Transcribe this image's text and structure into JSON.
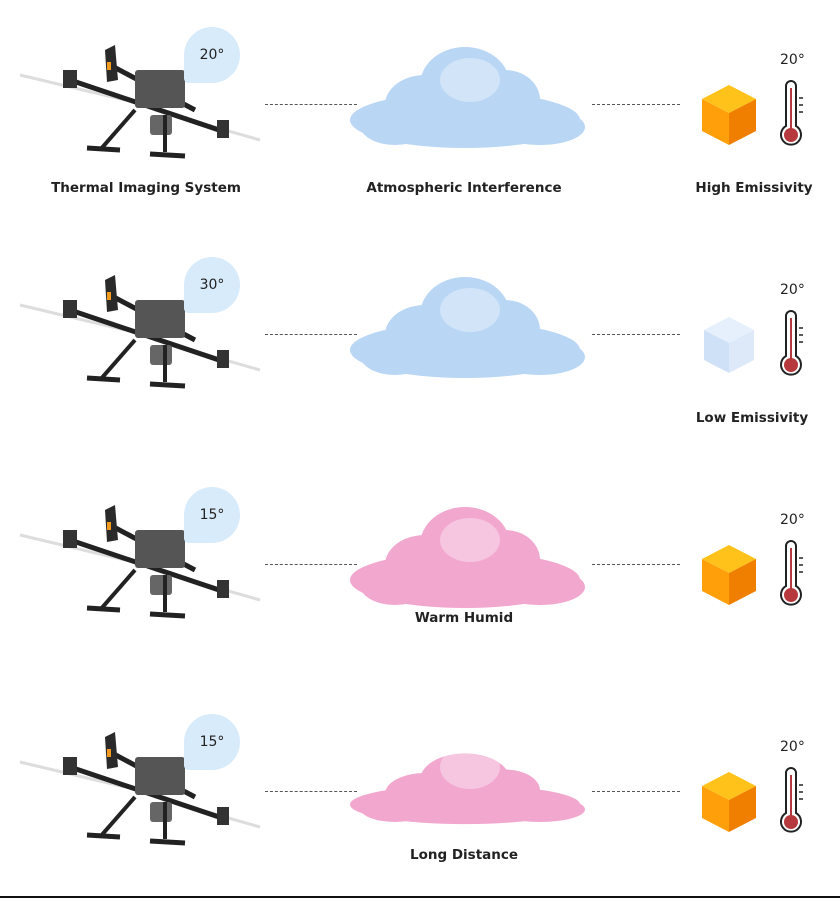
{
  "rows": [
    {
      "drone_temp": "20°",
      "object_temp": "20°",
      "labels": {
        "system": "Thermal Imaging System",
        "atmosphere": "Atmospheric Interference",
        "object": "High Emissivity"
      },
      "cloud_color": "#b9d6f5",
      "cube": "orange"
    },
    {
      "drone_temp": "30°",
      "object_temp": "20°",
      "labels": {
        "object": "Low Emissivity"
      },
      "cloud_color": "#b9d6f5",
      "cube": "glass"
    },
    {
      "drone_temp": "15°",
      "object_temp": "20°",
      "labels": {
        "atmosphere": "Warm Humid"
      },
      "cloud_color": "#f2a7cf",
      "cube": "orange"
    },
    {
      "drone_temp": "15°",
      "object_temp": "20°",
      "labels": {
        "atmosphere": "Long Distance"
      },
      "cloud_color": "#f2a7cf",
      "cube": "orange"
    }
  ],
  "colors": {
    "blue_cloud": "#b9d6f5",
    "pink_cloud": "#f2a7cf",
    "cube_orange": "#ff9f0a",
    "thermometer_red": "#b5393d",
    "bubble": "#d8ebfb"
  }
}
